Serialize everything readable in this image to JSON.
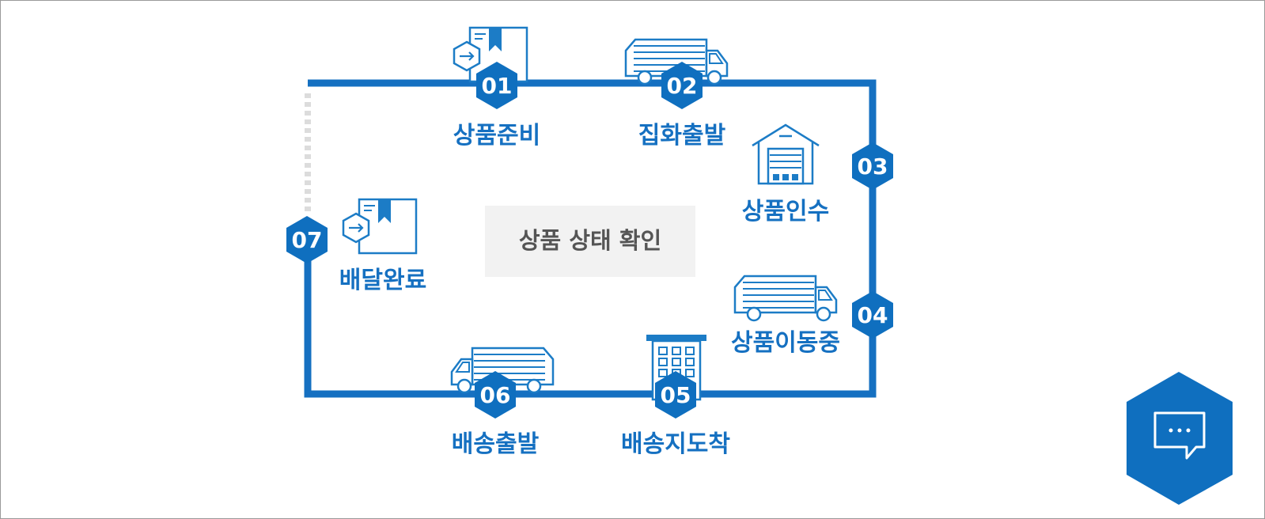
{
  "center_title": "상품 상태 확인",
  "colors": {
    "primary": "#0f6fbf",
    "stroke": "#1c7cc6",
    "box_bg": "#f2f2f2",
    "text_gray": "#555555"
  },
  "steps": [
    {
      "num": "01",
      "label": "상품준비",
      "icon": "package-arrow-icon"
    },
    {
      "num": "02",
      "label": "집화출발",
      "icon": "truck-icon"
    },
    {
      "num": "03",
      "label": "상품인수",
      "icon": "warehouse-icon"
    },
    {
      "num": "04",
      "label": "상품이동중",
      "icon": "truck-icon"
    },
    {
      "num": "05",
      "label": "배송지도착",
      "icon": "building-icon"
    },
    {
      "num": "06",
      "label": "배송출발",
      "icon": "truck-icon"
    },
    {
      "num": "07",
      "label": "배달완료",
      "icon": "package-arrow-icon"
    }
  ],
  "chat_button": {
    "icon": "chat-bubble-icon"
  }
}
